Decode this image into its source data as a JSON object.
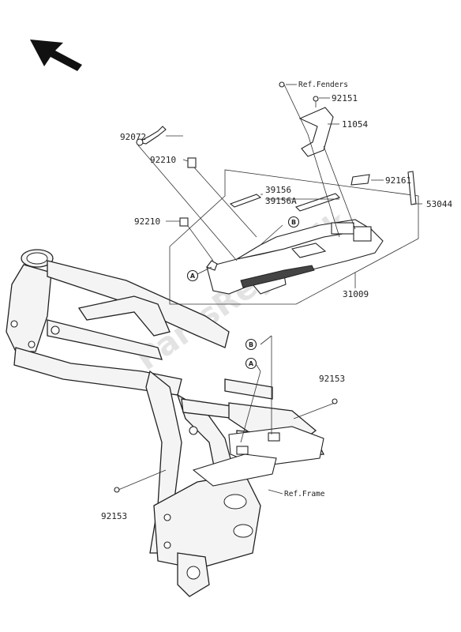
{
  "watermark": "PartsRepublik",
  "callouts": {
    "ref_fenders": "Ref.Fenders",
    "p92151": "92151",
    "p11054": "11054",
    "p92072": "92072",
    "p92210_top": "92210",
    "p39156": "39156",
    "p39156a": "39156A",
    "p92161": "92161",
    "p53044": "53044",
    "p92210_mid": "92210",
    "p31009": "31009",
    "p92153_right": "92153",
    "p92153_left": "92153",
    "ref_frame": "Ref.Frame"
  },
  "markers": {
    "a_top": "A",
    "b_top": "B",
    "b_frame": "B",
    "a_frame": "A"
  },
  "icons": {
    "direction_arrow": "arrow-up-left-icon"
  }
}
